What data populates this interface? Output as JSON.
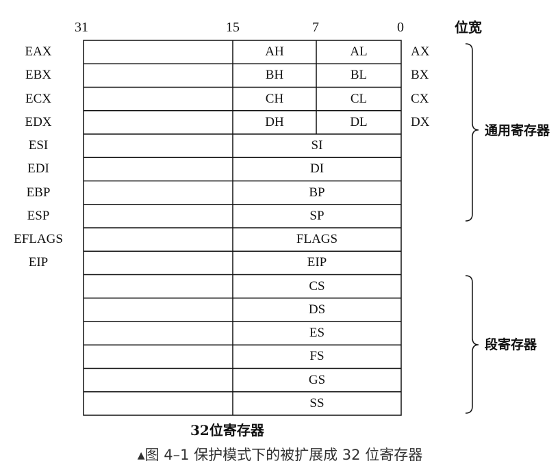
{
  "bit_labels": {
    "b31": "31",
    "b15": "15",
    "b7": "7",
    "b0": "0"
  },
  "width_header": "位宽",
  "rows": [
    {
      "left": "EAX",
      "high": "AH",
      "low": "AL",
      "right": "AX"
    },
    {
      "left": "EBX",
      "high": "BH",
      "low": "BL",
      "right": "BX"
    },
    {
      "left": "ECX",
      "high": "CH",
      "low": "CL",
      "right": "CX"
    },
    {
      "left": "EDX",
      "high": "DH",
      "low": "DL",
      "right": "DX"
    },
    {
      "left": "ESI",
      "low16": "SI"
    },
    {
      "left": "EDI",
      "low16": "DI"
    },
    {
      "left": "EBP",
      "low16": "BP"
    },
    {
      "left": "ESP",
      "low16": "SP"
    },
    {
      "left": "EFLAGS",
      "low16": "FLAGS"
    },
    {
      "left": "EIP",
      "low16": "EIP"
    },
    {
      "low16": "CS"
    },
    {
      "low16": "DS"
    },
    {
      "low16": "ES"
    },
    {
      "low16": "FS"
    },
    {
      "low16": "GS"
    },
    {
      "low16": "SS"
    }
  ],
  "groups": {
    "general": "通用寄存器",
    "segment": "段寄存器"
  },
  "bottom_label": "32位寄存器",
  "caption": {
    "marker": "▲",
    "text": "图 4–1   保护模式下的被扩展成 32 位寄存器"
  }
}
